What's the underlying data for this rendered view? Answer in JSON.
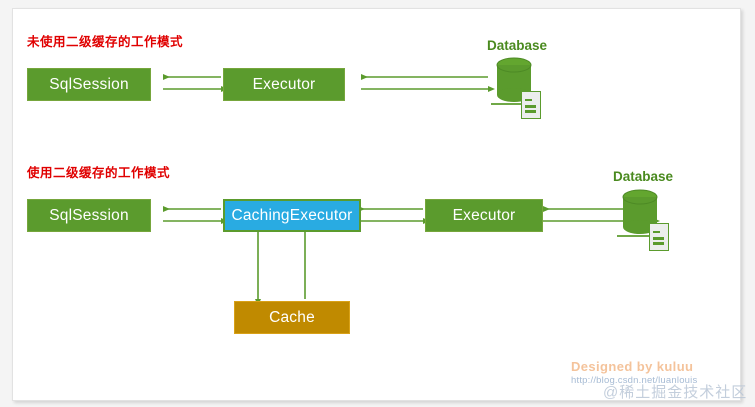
{
  "diagram": {
    "sections": [
      {
        "title": "未使用二级缓存的工作模式",
        "nodes": [
          {
            "label": "SqlSession"
          },
          {
            "label": "Executor"
          }
        ],
        "database_label": "Database"
      },
      {
        "title": "使用二级缓存的工作模式",
        "nodes": [
          {
            "label": "SqlSession"
          },
          {
            "label": "CachingExecutor"
          },
          {
            "label": "Executor"
          },
          {
            "label": "Cache"
          }
        ],
        "database_label": "Database"
      }
    ]
  },
  "watermark": {
    "designed_by": "Designed by kuluu",
    "url": "http://blog.csdn.net/luanlouis",
    "community": "@稀土掘金技术社区"
  },
  "colors": {
    "node_green": "#5b9b2d",
    "node_blue": "#29abe2",
    "node_amber": "#c08a00",
    "arrow_green": "#5b9b2d",
    "title_red": "#e00000",
    "db_label_green": "#4a8a1f"
  },
  "icons": {
    "database": "database-cylinder-icon",
    "note": "document-note-icon"
  }
}
